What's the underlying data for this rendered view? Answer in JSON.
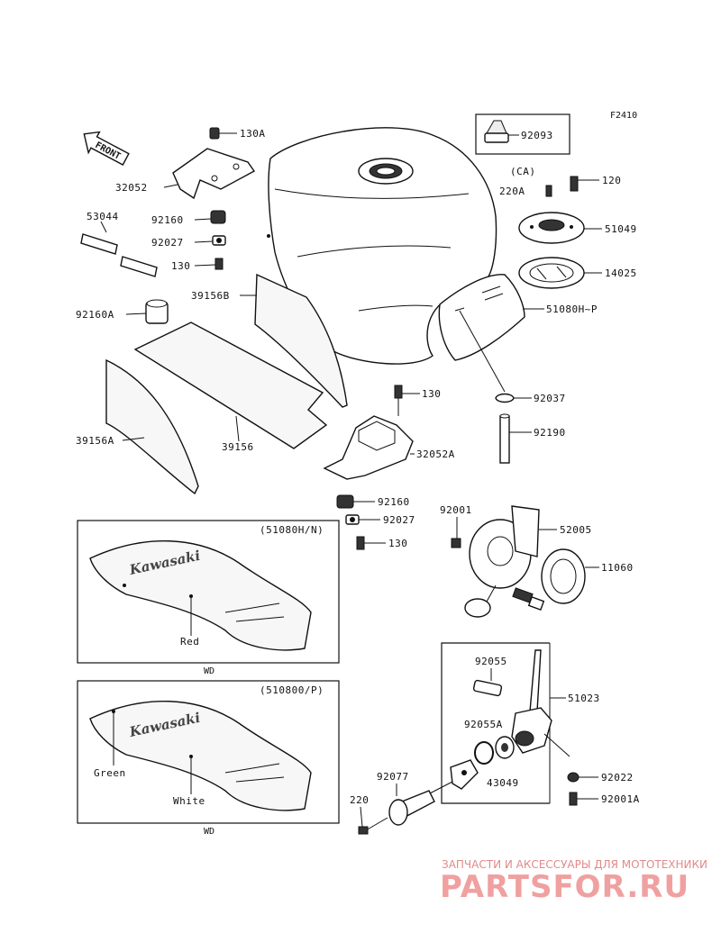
{
  "figure_code": "F2410",
  "front_label": "FRONT",
  "ca_label": "(CA)",
  "parts": {
    "p130A": "130A",
    "p32052": "32052",
    "p92160": "92160",
    "p92027": "92027",
    "p130": "130",
    "p53044": "53044",
    "p92160A": "92160A",
    "p39156B": "39156B",
    "p39156": "39156",
    "p39156A": "39156A",
    "p92093": "92093",
    "p220A": "220A",
    "p120": "120",
    "p51049": "51049",
    "p14025": "14025",
    "p51080HP": "51080H~P",
    "p92037": "92037",
    "p92190": "92190",
    "p130b": "130",
    "p32052A": "32052A",
    "p92160b": "92160",
    "p92027b": "92027",
    "p130c": "130",
    "p92001": "92001",
    "p52005": "52005",
    "p11060": "11060",
    "p51023": "51023",
    "p92055": "92055",
    "p92055A": "92055A",
    "p43049": "43049",
    "p92022": "92022",
    "p92001A": "92001A",
    "p92077": "92077",
    "p220": "220"
  },
  "variants": [
    {
      "code": "(51080H/N)",
      "brand": "Kawasaki",
      "colors": [
        "Red"
      ],
      "note": "WD"
    },
    {
      "code": "(510800/P)",
      "brand": "Kawasaki",
      "colors": [
        "Green",
        "White"
      ],
      "note": "WD"
    }
  ],
  "watermark": {
    "line1": "ЗАПЧАСТИ И АКСЕССУАРЫ ДЛЯ МОТОТЕХНИКИ",
    "line2": "PARTSFOR.RU"
  }
}
